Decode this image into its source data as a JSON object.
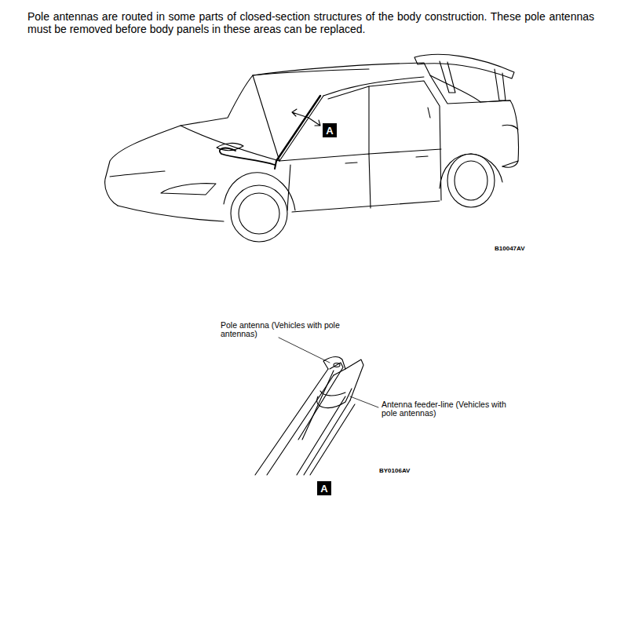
{
  "diagram": {
    "nodes": [
      {
        "text": [
          "A"
        ]
      },
      {
        "text": [
          "A"
        ]
      }
    ],
    "labels": [
      "Pole antennas are routed in some parts of closed-section structures of the body construction. These pole antennas must be removed before body panels in these areas can be replaced.",
      "B10047AV",
      "Pole antenna (Vehicles with pole antennas)",
      "Antenna feeder-line (Vehicles with pole antennas)",
      "BY0106AV"
    ]
  }
}
